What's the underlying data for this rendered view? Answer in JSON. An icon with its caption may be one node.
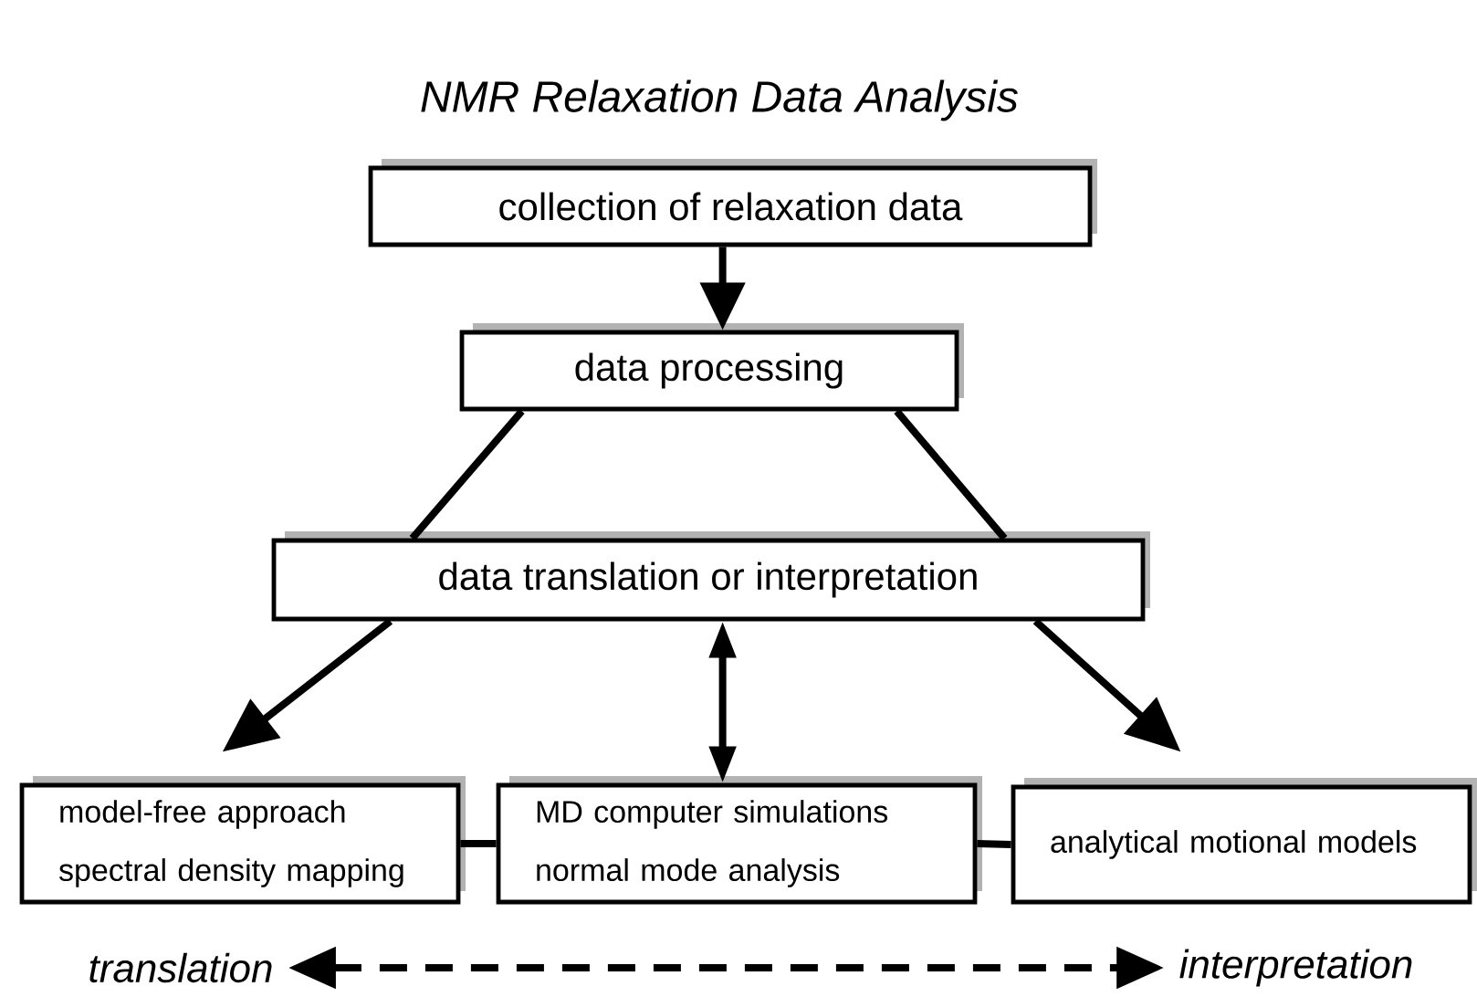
{
  "diagram": {
    "title": "NMR Relaxation Data Analysis",
    "nodes": [
      {
        "text": [
          "collection of relaxation data"
        ]
      },
      {
        "text": [
          "data processing"
        ]
      },
      {
        "text": [
          "data translation or interpretation"
        ]
      },
      {
        "text": [
          "model-free approach spectral density mapping"
        ]
      },
      {
        "text": [
          "MD computer simulations normal mode analysis"
        ]
      },
      {
        "text": [
          "analytical motional models"
        ]
      },
      {
        "text": [
          "translation"
        ]
      },
      {
        "text": [
          "interpretation"
        ]
      }
    ],
    "edges": [
      {
        "from": 0,
        "to": 1,
        "arrow": "to"
      },
      {
        "from": 1,
        "to": 2,
        "arrow": "none"
      },
      {
        "from": 1,
        "to": 2,
        "arrow": "none"
      },
      {
        "from": 2,
        "to": 3,
        "arrow": "to"
      },
      {
        "from": 2,
        "to": 4,
        "arrow": "both"
      },
      {
        "from": 2,
        "to": 5,
        "arrow": "to"
      },
      {
        "from": 3,
        "to": 4,
        "arrow": "none"
      },
      {
        "from": 4,
        "to": 5,
        "arrow": "none"
      },
      {
        "from": 6,
        "to": 7,
        "arrow": "both",
        "style": "dashed"
      }
    ]
  }
}
